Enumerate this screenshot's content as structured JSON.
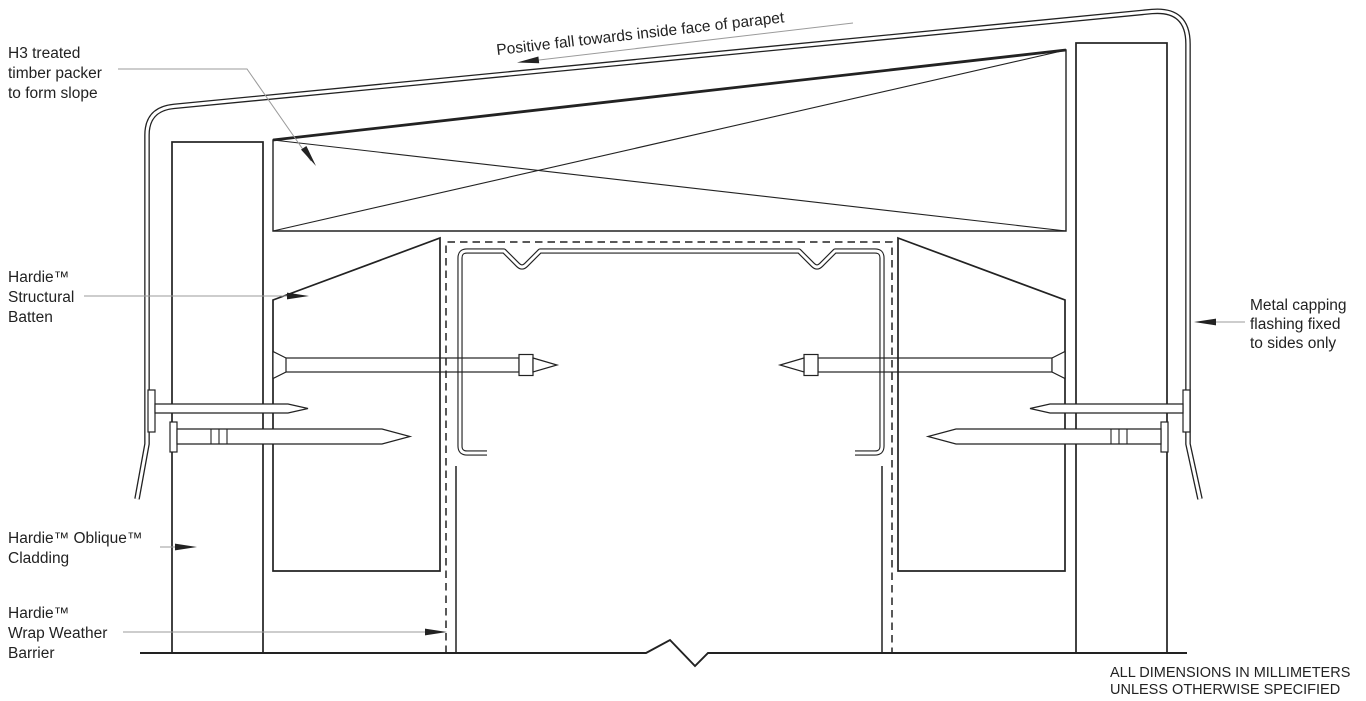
{
  "labels": {
    "h3_packer": {
      "lines": [
        "H3 treated",
        "timber packer",
        "to form slope"
      ]
    },
    "positive_fall": {
      "text": "Positive fall towards inside face of parapet"
    },
    "structural_batten": {
      "lines": [
        "Hardie™",
        "Structural",
        "Batten"
      ]
    },
    "metal_capping": {
      "lines": [
        "Metal capping",
        "flashing fixed",
        "to sides only"
      ]
    },
    "oblique_cladding": {
      "lines": [
        "Hardie™ Oblique™",
        "Cladding"
      ]
    },
    "wrap_barrier": {
      "lines": [
        "Hardie™",
        "Wrap Weather",
        "Barrier"
      ]
    },
    "dimensions_note": {
      "lines": [
        "ALL DIMENSIONS IN MILLIMETERS",
        "UNLESS OTHERWISE SPECIFIED"
      ]
    }
  },
  "colors": {
    "line": "#222222",
    "leader": "#9b9b9b",
    "background": "#ffffff",
    "stipple": "#333333"
  }
}
